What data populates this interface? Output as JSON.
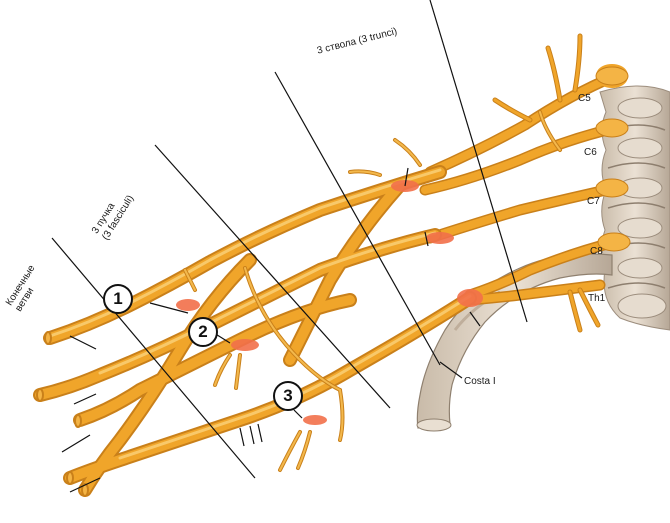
{
  "labels": {
    "terminal_branches": "Конечные ветви",
    "fasciculi": "3 пучка (3 fasciculi)",
    "fasciculi_line1": "3 пучка",
    "fasciculi_line2": "(3 fasciculi)",
    "trunci": "3 ствола (3 trunci)",
    "costa": "Costa I",
    "c5": "C5",
    "c6": "C6",
    "c7": "C7",
    "c8": "C8",
    "th1": "Th1"
  },
  "markers": [
    "1",
    "2",
    "3"
  ],
  "colors": {
    "nerve": "#f0a52a",
    "nerve_highlight": "#fbd27a",
    "nerve_shadow": "#c9801a",
    "lesion": "#f2704a",
    "bone": "#dccfc0",
    "bone_shadow": "#a89a8b",
    "line": "#111111"
  }
}
